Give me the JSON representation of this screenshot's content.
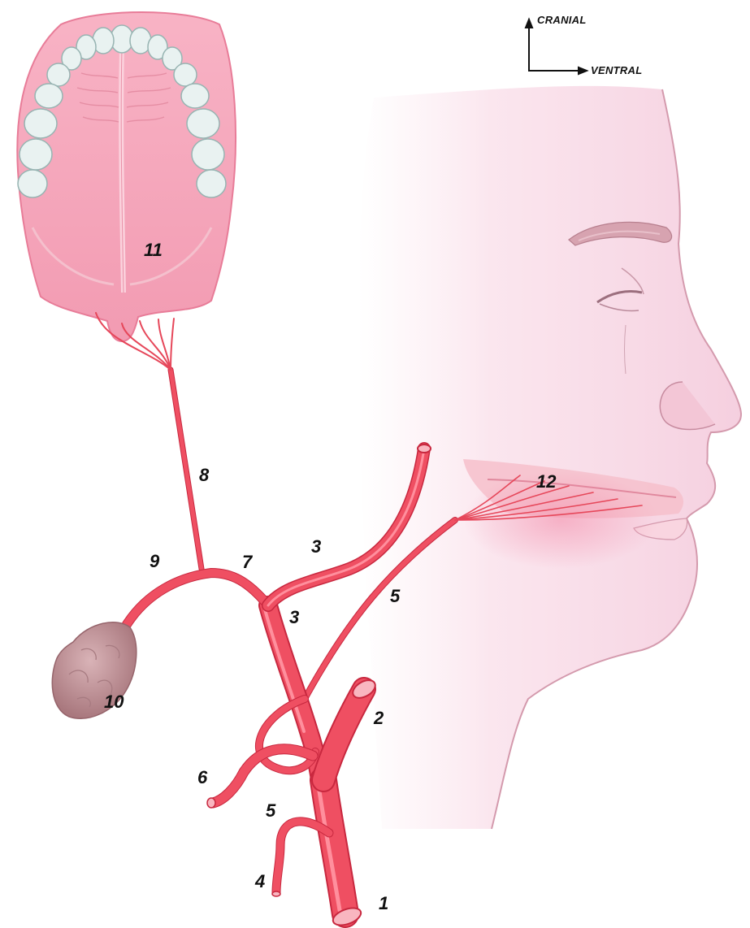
{
  "orientation": {
    "up": "CRANIAL",
    "right": "VENTRAL"
  },
  "labels": {
    "l1": "1",
    "l2": "2",
    "l3a": "3",
    "l3b": "3",
    "l4": "4",
    "l5a": "5",
    "l5b": "5",
    "l6": "6",
    "l7": "7",
    "l8": "8",
    "l9": "9",
    "l10": "10",
    "l11": "11",
    "l12": "12"
  },
  "colors": {
    "artery": "#ef4f62",
    "artery_dark": "#c8283f",
    "artery_highlight": "#ff8f9d",
    "artery_lumen": "#f9b6c0",
    "palate": "#f7a9bd",
    "palate_edge": "#e87c98",
    "teeth": "#e9f2f1",
    "teeth_edge": "#97b4b2",
    "gland": "#c69a9f",
    "skin": "#f8d7e4",
    "skin_edge": "#d49aad",
    "lip": "#f4a3b2"
  }
}
